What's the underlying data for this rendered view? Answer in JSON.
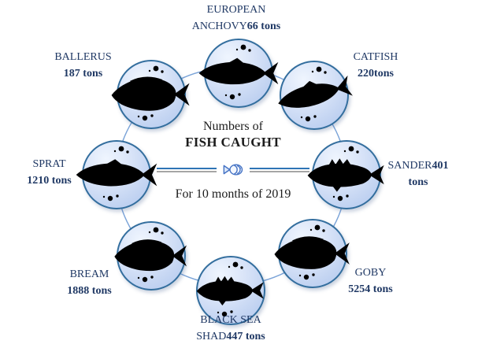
{
  "center": {
    "title_line1": "Numbers of",
    "title_line2": "FISH CAUGHT",
    "subtitle": "For 10 months of 2019"
  },
  "fishes": [
    {
      "id": "european-anchovy",
      "name": "EUROPEAN ANCHOVY",
      "amount": "66 tons",
      "lines": [
        {
          "r": "EUROPEAN",
          "b": ""
        },
        {
          "r": "ANCHOVY",
          "b": "66 tons"
        }
      ]
    },
    {
      "id": "catfish",
      "name": "CATFISH",
      "amount": "220tons",
      "lines": [
        {
          "r": "CATFISH",
          "b": ""
        },
        {
          "r": "",
          "b": "220tons"
        }
      ]
    },
    {
      "id": "sander",
      "name": "SANDER",
      "amount": "401 tons",
      "lines": [
        {
          "r": "SANDER",
          "b": "401"
        },
        {
          "r": "",
          "b": "tons"
        }
      ]
    },
    {
      "id": "goby",
      "name": "GOBY",
      "amount": "5254 tons",
      "lines": [
        {
          "r": "GOBY",
          "b": ""
        },
        {
          "r": "",
          "b": "5254 tons"
        }
      ]
    },
    {
      "id": "black-sea-shad",
      "name": "BLACK SEA SHAD",
      "amount": "447 tons",
      "lines": [
        {
          "r": "BLACK SEA",
          "b": ""
        },
        {
          "r": "SHAD",
          "b": "447 tons"
        }
      ]
    },
    {
      "id": "bream",
      "name": "BREAM",
      "amount": "1888 tons",
      "lines": [
        {
          "r": "BREAM",
          "b": ""
        },
        {
          "r": "",
          "b": "1888 tons"
        }
      ]
    },
    {
      "id": "sprat",
      "name": "SPRAT",
      "amount": "1210 tons",
      "lines": [
        {
          "r": "SPRAT",
          "b": ""
        },
        {
          "r": "",
          "b": "1210 tons"
        }
      ]
    },
    {
      "id": "ballerus",
      "name": "BALLERUS",
      "amount": "187 tons",
      "lines": [
        {
          "r": "BALLERUS",
          "b": ""
        },
        {
          "r": "",
          "b": "187 tons"
        }
      ]
    }
  ],
  "icons": {
    "divider_fish": "fish-icon",
    "badge_bubbles": "bubbles-icon",
    "badge_fish": "fish-silhouette-icon"
  },
  "colors": {
    "label_text": "#1f3864",
    "center_text": "#1c1c1c",
    "badge_border": "#336e9e",
    "badge_fill": "#c0d2f1",
    "fish_silhouette": "#16486d",
    "connection_ring": "#7aa3d8",
    "divider_blue": "#2e74b5",
    "divider_gray": "#a6a6a6",
    "divider_fish_stroke": "#4472c4"
  }
}
